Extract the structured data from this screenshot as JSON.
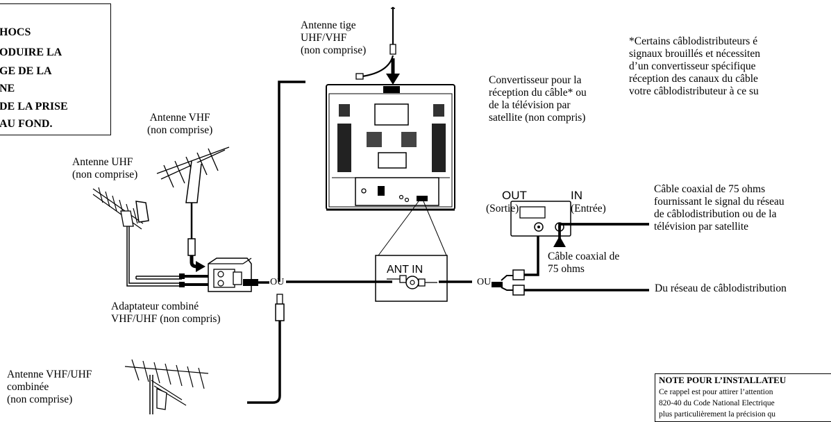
{
  "warning_box": {
    "lines": [
      "HOCS",
      "ODUIRE LA",
      "GE DE LA",
      "NE",
      "DE LA PRISE",
      "AU FOND."
    ]
  },
  "labels": {
    "rod_antenna": [
      "Antenne tige",
      "UHF/VHF",
      "(non comprise)"
    ],
    "vhf_antenna": [
      "Antenne VHF",
      "(non comprise)"
    ],
    "uhf_antenna": [
      "Antenne UHF",
      "(non comprise)"
    ],
    "combiner": [
      "Adaptateur combiné",
      "VHF/UHF (non compris)"
    ],
    "combo_antenna": [
      "Antenne VHF/UHF",
      "combinée",
      "(non comprise)"
    ],
    "converter": [
      "Convertisseur pour la",
      "réception du câble* ou",
      "de la télévision par",
      "satellite (non compris)"
    ],
    "cable_note": [
      "*Certains câblodistributeurs é",
      "signaux brouillés et nécessiten",
      "d’un convertisseur spécifique",
      "réception des canaux du câble",
      "votre câblodistributeur à ce su"
    ],
    "out_port": "OUT",
    "out_sub": "(Sortie)",
    "in_port": "IN",
    "in_sub": "(Entrée)",
    "signal_cable": [
      "Câble coaxial de 75 ohms",
      "fournissant le signal du réseau",
      "de câblodistribution ou de la",
      "télévision par satellite"
    ],
    "coax_cable": [
      "Câble coaxial de",
      "75 ohms"
    ],
    "cable_network": "Du réseau de câblodistribution",
    "ant_in": "ANT IN",
    "ou_1": "OU",
    "ou_2": "OU"
  },
  "note_box": {
    "title": "NOTE POUR L’INSTALLATEU",
    "lines": [
      "Ce rappel est pour attirer l’attention",
      "820-40 du Code National Electrique",
      "plus particulièrement la précision qu"
    ]
  }
}
